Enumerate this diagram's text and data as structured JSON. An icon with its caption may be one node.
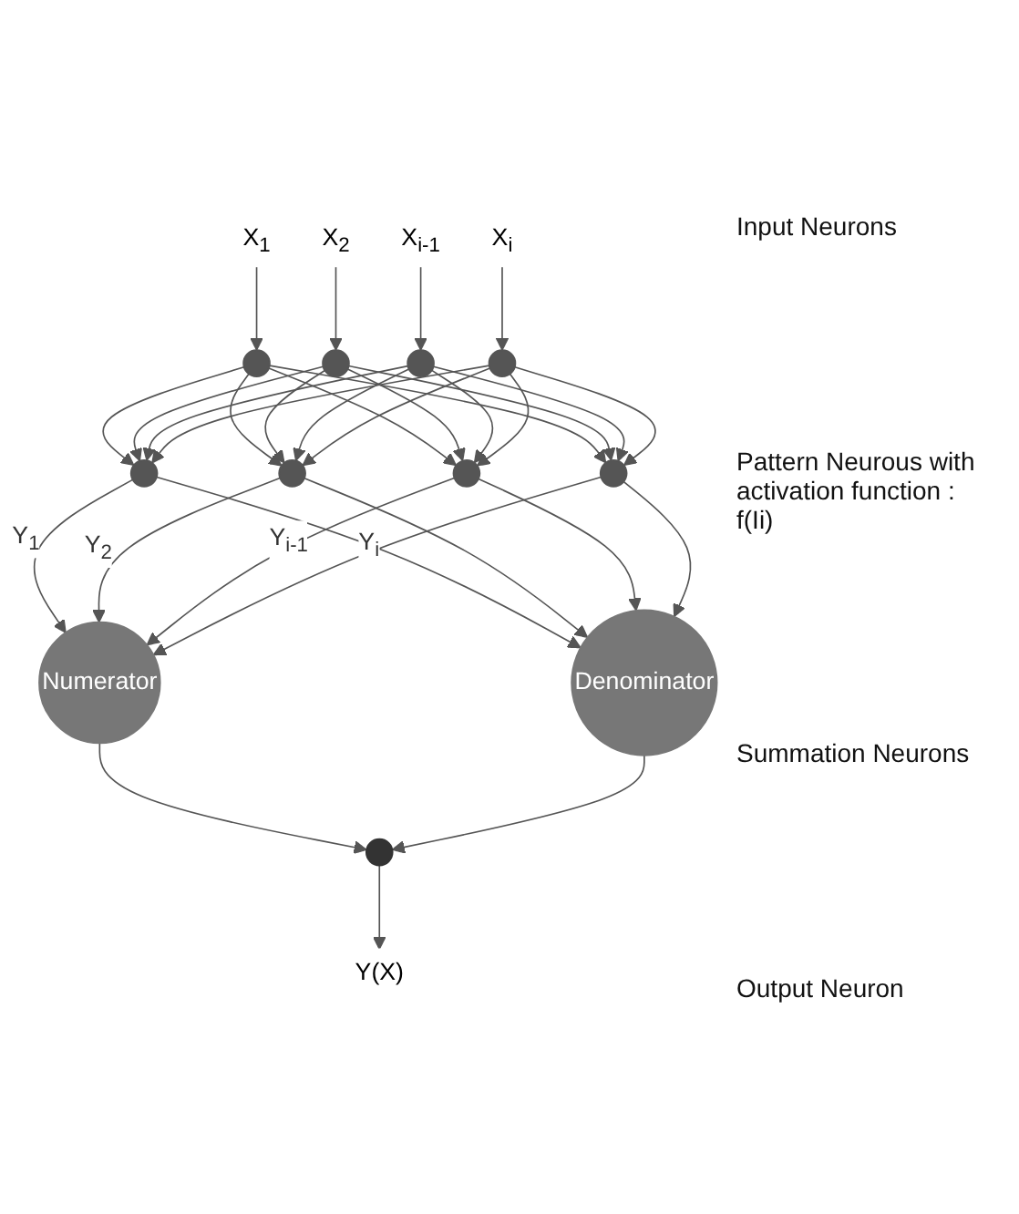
{
  "diagram": {
    "nodes": [
      {
        "text": [
          "X$_{1}$"
        ]
      },
      {
        "text": [
          "X$_{2}$"
        ]
      },
      {
        "text": [
          "X$_{i-1}$"
        ]
      },
      {
        "text": [
          "X$_{i}$"
        ]
      },
      {
        "text": [],
        "shape": "circle"
      },
      {
        "text": [],
        "shape": "circle"
      },
      {
        "text": [],
        "shape": "circle"
      },
      {
        "text": [],
        "shape": "circle"
      },
      {
        "text": [],
        "shape": "circle"
      },
      {
        "text": [],
        "shape": "circle"
      },
      {
        "text": [],
        "shape": "circle"
      },
      {
        "text": [],
        "shape": "circle"
      },
      {
        "text": [
          "Numerator"
        ]
      },
      {
        "text": [
          "Denominator"
        ]
      },
      {
        "text": [],
        "shape": "circle"
      },
      {
        "text": [
          "Y(X)"
        ]
      }
    ],
    "edges": [
      {
        "from": 0,
        "to": 4,
        "arrow": "to"
      },
      {
        "from": 1,
        "to": 5,
        "arrow": "to"
      },
      {
        "from": 2,
        "to": 6,
        "arrow": "to"
      },
      {
        "from": 3,
        "to": 7,
        "arrow": "to"
      },
      {
        "from": 4,
        "to": 8,
        "arrow": "to"
      },
      {
        "from": 4,
        "to": 9,
        "arrow": "to"
      },
      {
        "from": 4,
        "to": 10,
        "arrow": "to"
      },
      {
        "from": 4,
        "to": 11,
        "arrow": "to"
      },
      {
        "from": 5,
        "to": 8,
        "arrow": "to"
      },
      {
        "from": 5,
        "to": 9,
        "arrow": "to"
      },
      {
        "from": 5,
        "to": 10,
        "arrow": "to"
      },
      {
        "from": 5,
        "to": 11,
        "arrow": "to"
      },
      {
        "from": 6,
        "to": 8,
        "arrow": "to"
      },
      {
        "from": 6,
        "to": 9,
        "arrow": "to"
      },
      {
        "from": 6,
        "to": 10,
        "arrow": "to"
      },
      {
        "from": 6,
        "to": 11,
        "arrow": "to"
      },
      {
        "from": 7,
        "to": 8,
        "arrow": "to"
      },
      {
        "from": 7,
        "to": 9,
        "arrow": "to"
      },
      {
        "from": 7,
        "to": 10,
        "arrow": "to"
      },
      {
        "from": 7,
        "to": 11,
        "arrow": "to"
      },
      {
        "from": 8,
        "to": 12,
        "arrow": "to",
        "label": "Y$_{1}$"
      },
      {
        "from": 8,
        "to": 13,
        "arrow": "to"
      },
      {
        "from": 9,
        "to": 12,
        "arrow": "to",
        "label": "Y$_{2}$"
      },
      {
        "from": 9,
        "to": 13,
        "arrow": "to"
      },
      {
        "from": 10,
        "to": 12,
        "arrow": "to",
        "label": "Y$_{i-1}$"
      },
      {
        "from": 10,
        "to": 13,
        "arrow": "to"
      },
      {
        "from": 11,
        "to": 12,
        "arrow": "to",
        "label": "Y$_{i}$"
      },
      {
        "from": 11,
        "to": 13,
        "arrow": "to"
      },
      {
        "from": 12,
        "to": 14,
        "arrow": "to"
      },
      {
        "from": 13,
        "to": 14,
        "arrow": "to"
      },
      {
        "from": 14,
        "to": 15,
        "arrow": "to"
      }
    ],
    "labels": [
      "Input Neurons",
      "Pattern Neurous with activation function : f(Ii)",
      "Summation Neurons",
      "Output Neuron"
    ]
  }
}
